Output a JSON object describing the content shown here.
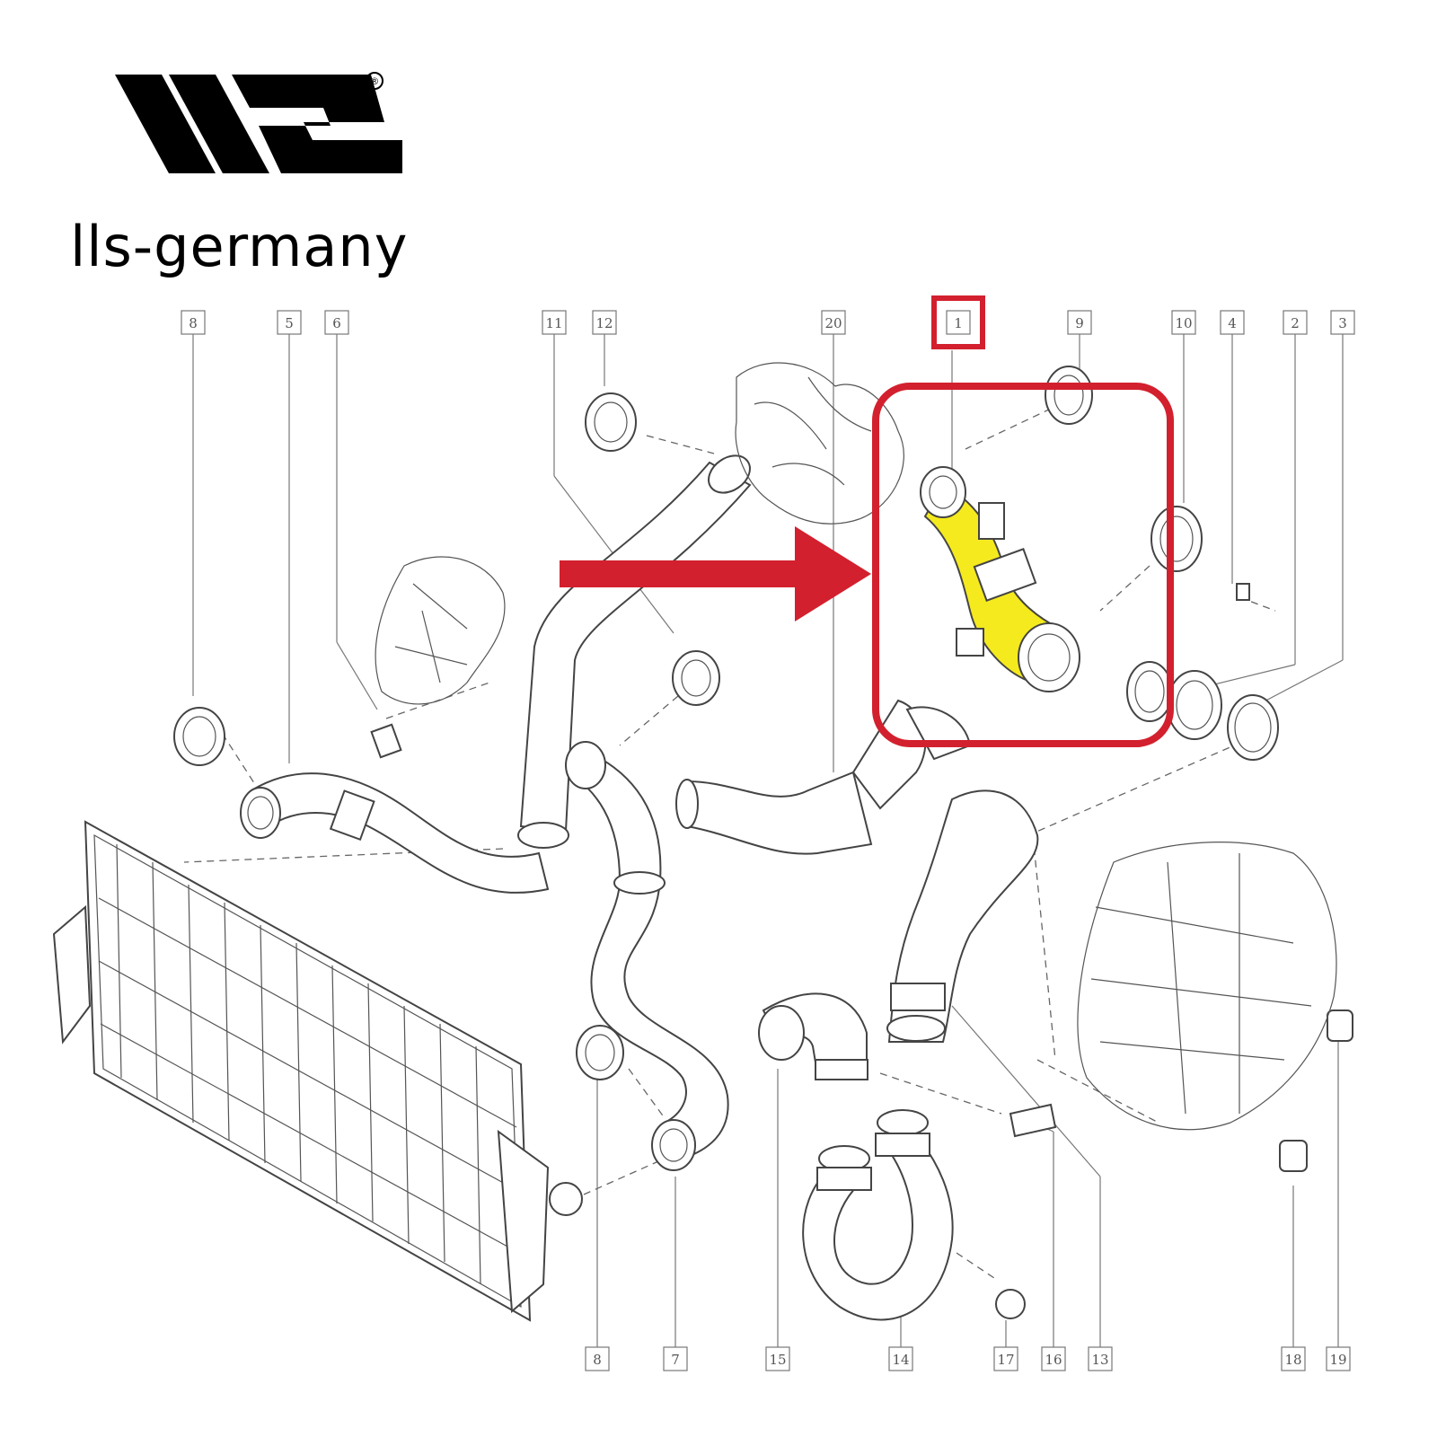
{
  "brand": {
    "name": "lls-germany",
    "logo_letters": "LLS",
    "registered_mark": "®"
  },
  "colors": {
    "highlight": "#d3202e",
    "part_fill": "#f5ea1e",
    "line": "#555555"
  },
  "icons": {
    "arrow": "pointer-arrow-icon",
    "logo": "lls-logo-icon"
  },
  "callouts": {
    "top": [
      "8",
      "5",
      "6",
      "11",
      "12",
      "20",
      "1",
      "9",
      "10",
      "4",
      "2",
      "3"
    ],
    "bottom": [
      "8",
      "7",
      "15",
      "14",
      "17",
      "16",
      "13",
      "18",
      "19"
    ]
  },
  "highlighted_part": "1"
}
